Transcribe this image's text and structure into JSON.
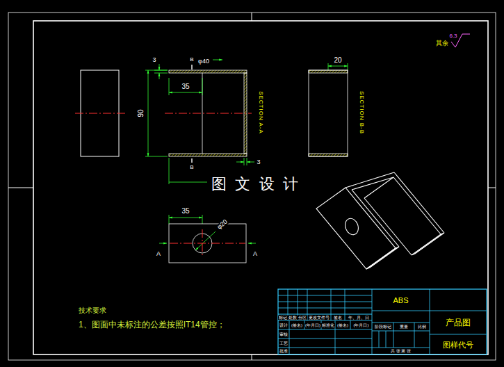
{
  "diagram": {
    "labels": [
      "其余",
      "6.3",
      "3",
      "B",
      "φ40",
      "35",
      "90",
      "SECTION A-A",
      "3",
      "B",
      "20",
      "SECTION B-B",
      "35",
      "φ20",
      "A",
      "A",
      "图 文 设 计",
      "技术要求",
      "1、图面中未标注的公差按照IT14管控；",
      "ABS",
      "产品图",
      "图样代号",
      "标记",
      "处数",
      "分区",
      "更改文件号",
      "签名",
      "年、月、日",
      "设计",
      "(签名)",
      "(年月日)",
      "标准化",
      "(签名)",
      "(年月日)",
      "审核",
      "工艺",
      "批准",
      "阶段标记",
      "重量",
      "比例",
      "共 张 第 张"
    ]
  }
}
